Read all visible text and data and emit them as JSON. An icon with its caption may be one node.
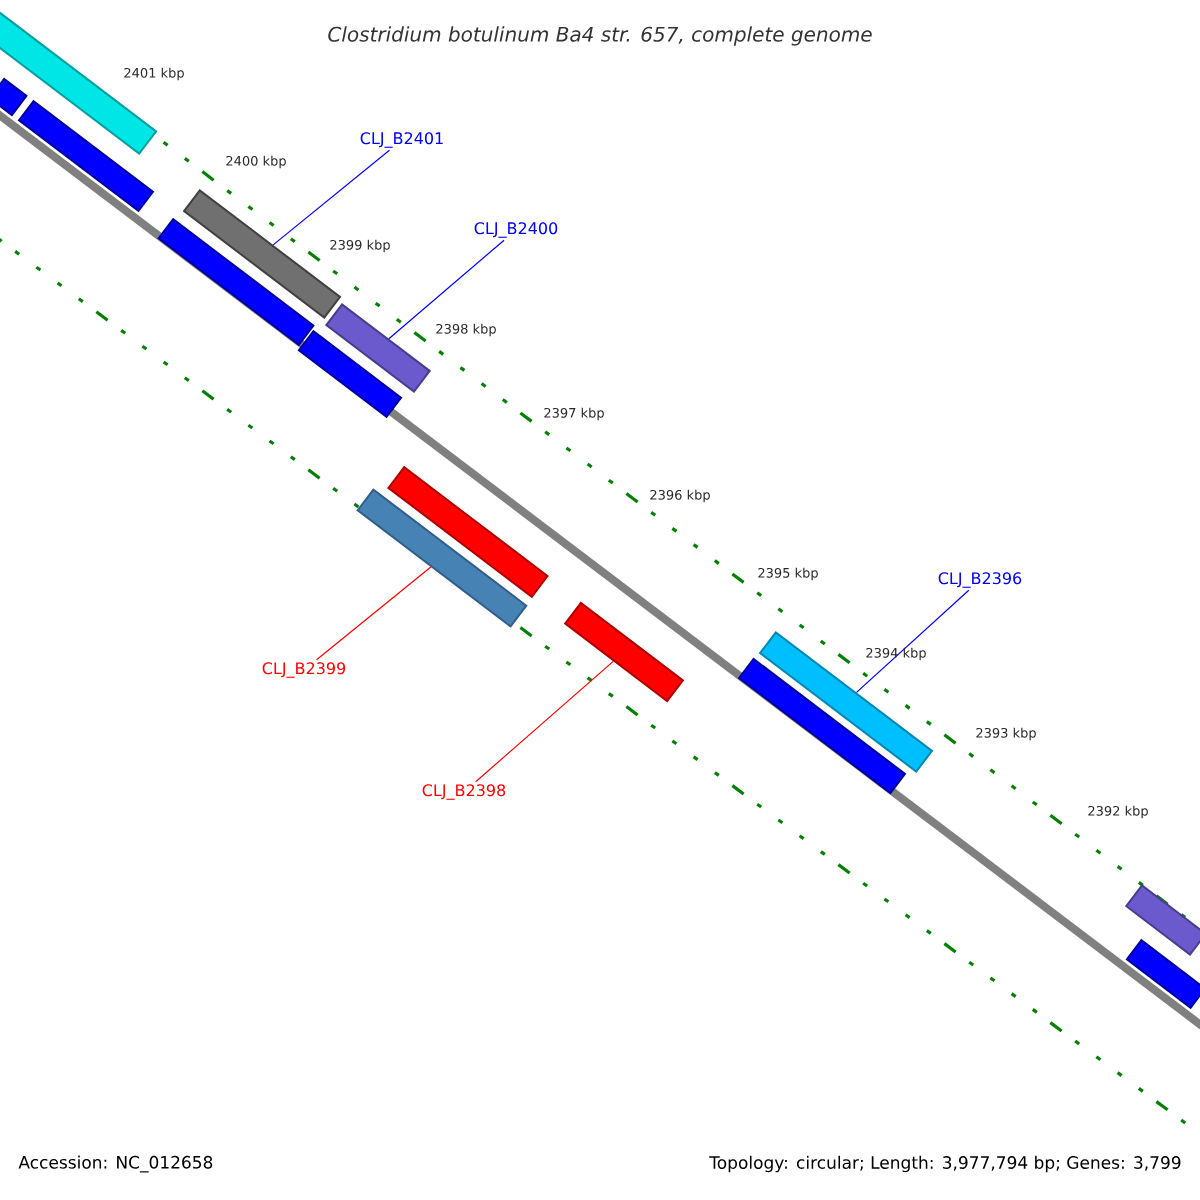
{
  "diagram": {
    "title": "Clostridium botulinum Ba4 str. 657, complete genome",
    "nodes": [
      {
        "text": [
          "CLJ_B2401"
        ]
      },
      {
        "text": [
          "CLJ_B2400"
        ]
      },
      {
        "text": [
          "CLJ_B2396"
        ]
      },
      {
        "text": [
          "CLJ_B2399"
        ]
      },
      {
        "text": [
          "CLJ_B2398"
        ]
      },
      {
        "text": [],
        "shape": "bar"
      },
      {
        "text": [],
        "shape": "bar"
      },
      {
        "text": [],
        "shape": "bar"
      },
      {
        "text": [],
        "shape": "bar"
      },
      {
        "text": [],
        "shape": "bar"
      },
      {
        "text": [],
        "shape": "bar"
      },
      {
        "text": [],
        "shape": "bar"
      },
      {
        "text": [],
        "shape": "bar"
      },
      {
        "text": [],
        "shape": "bar"
      },
      {
        "text": [],
        "shape": "bar"
      },
      {
        "text": [],
        "shape": "bar"
      },
      {
        "text": [],
        "shape": "bar"
      },
      {
        "text": [],
        "shape": "bar"
      },
      {
        "text": [],
        "shape": "bar"
      }
    ],
    "edges": [
      {
        "from": 0,
        "to": 8,
        "arrow": "none"
      },
      {
        "from": 1,
        "to": 10,
        "arrow": "none"
      },
      {
        "from": 2,
        "to": 15,
        "arrow": "none"
      },
      {
        "from": 3,
        "to": 12,
        "arrow": "none",
        "color": "#ff0000"
      },
      {
        "from": 4,
        "to": 14,
        "arrow": "none",
        "color": "#ff0000"
      }
    ],
    "labels": [
      "2401 kbp",
      "2400 kbp",
      "2399 kbp",
      "2398 kbp",
      "2397 kbp",
      "2396 kbp",
      "2395 kbp",
      "2394 kbp",
      "2393 kbp",
      "2392 kbp",
      "Accession: NC_012658",
      "Topology: circular; Length: 3,977,794 bp; Genes: 3,799"
    ]
  }
}
